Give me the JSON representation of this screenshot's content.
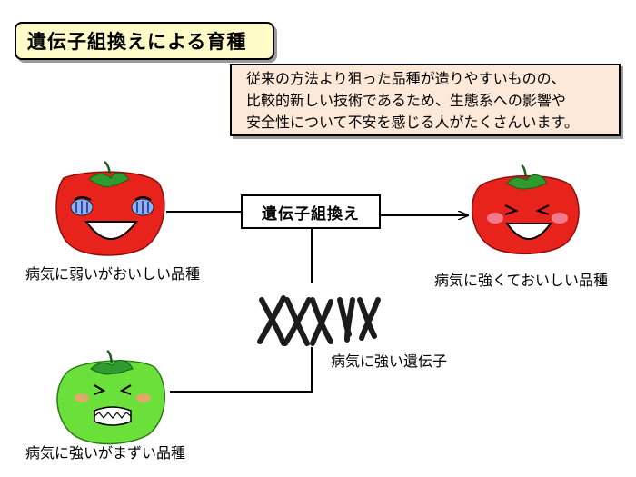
{
  "title": "遺伝子組換えによる育種",
  "info_lines": [
    "従来の方法より狙った品種が造りやすいものの、",
    "比較的新しい技術であるため、生態系への影響や",
    "安全性について不安を感じる人がたくさんいます。"
  ],
  "center_label": "遺伝子組換え",
  "labels": {
    "weak_tasty": "病気に弱いがおいしい品種",
    "strong_tasty": "病気に強くておいしい品種",
    "strong_gene": "病気に強い遺伝子",
    "strong_bad": "病気に強いがまずい品種"
  },
  "colors": {
    "title_bg": "#fffbc8",
    "info_bg": "#fde9d9",
    "tomato_red": "#e8231c",
    "tomato_green": "#6be03a",
    "leaf": "#2e9b2e"
  },
  "icons": {
    "tomato_happy": "smiling-red-tomato",
    "tomato_new": "smiling-red-tomato-blush",
    "tomato_sick": "frowning-green-tomato",
    "chromosomes": "chromosome-icon"
  }
}
